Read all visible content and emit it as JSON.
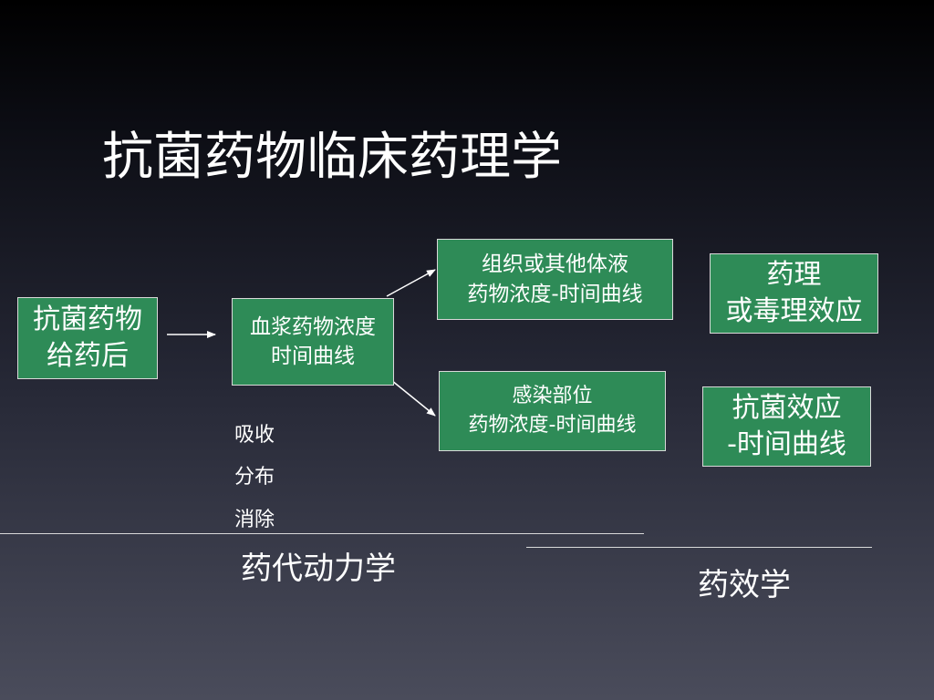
{
  "title": "抗菌药物临床药理学",
  "boxes": {
    "dosing": {
      "line1": "抗菌药物",
      "line2": "给药后"
    },
    "plasma": {
      "line1": "血浆药物浓度",
      "line2": "时间曲线"
    },
    "tissue": {
      "line1": "组织或其他体液",
      "line2": "药物浓度-时间曲线"
    },
    "infection": {
      "line1": "感染部位",
      "line2": "药物浓度-时间曲线"
    },
    "pharm_effect": {
      "line1": "药理",
      "line2": "或毒理效应"
    },
    "antibac_effect": {
      "line1": "抗菌效应",
      "line2": "-时间曲线"
    }
  },
  "adme": [
    "吸收",
    "分布",
    "消除"
  ],
  "sections": {
    "pharmacokinetics": "药代动力学",
    "pharmacodynamics": "药效学"
  },
  "colors": {
    "box_fill": "#2e8b57",
    "box_border": "#d9d9d9",
    "text": "#ffffff"
  }
}
